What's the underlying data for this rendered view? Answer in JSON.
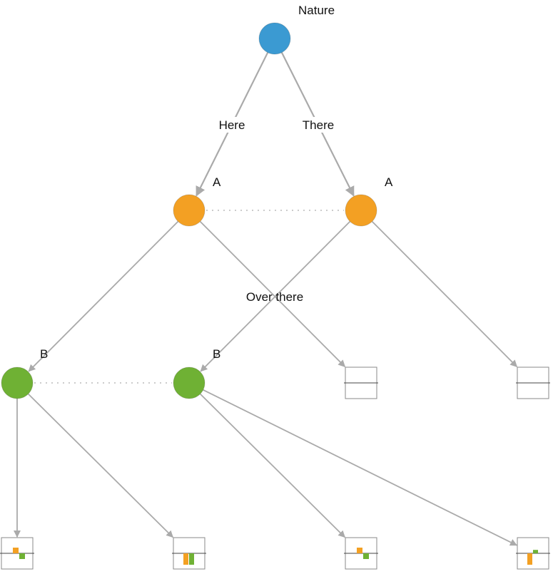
{
  "diagram": {
    "colors": {
      "nature": "#3b9ad2",
      "player_a": "#f3a023",
      "player_b": "#6fb134",
      "edge": "#aaaaaa",
      "info_set": "#bbbbbb",
      "outcome_box": "#888888",
      "baseline": "#444444"
    },
    "nodes": [
      {
        "id": "nature",
        "label": "Nature",
        "type": "chance"
      },
      {
        "id": "a1",
        "label": "A",
        "type": "player_a"
      },
      {
        "id": "a2",
        "label": "A",
        "type": "player_a"
      },
      {
        "id": "b1",
        "label": "B",
        "type": "player_b"
      },
      {
        "id": "b2",
        "label": "B",
        "type": "player_b"
      }
    ],
    "edges": [
      {
        "from": "nature",
        "to": "a1",
        "label": "Here"
      },
      {
        "from": "nature",
        "to": "a2",
        "label": "There"
      },
      {
        "from": "a1",
        "to": "b1",
        "label": ""
      },
      {
        "from": "a1",
        "to": "t1",
        "label": ""
      },
      {
        "from": "a2",
        "to": "b2",
        "label": ""
      },
      {
        "from": "a2",
        "to": "t2",
        "label": ""
      },
      {
        "from": "b1",
        "to": "t3",
        "label": ""
      },
      {
        "from": "b1",
        "to": "t4",
        "label": ""
      },
      {
        "from": "b2",
        "to": "t5",
        "label": ""
      },
      {
        "from": "b2",
        "to": "t6",
        "label": ""
      }
    ],
    "floating_label": "Over there",
    "information_sets": [
      [
        "a1",
        "a2"
      ],
      [
        "b1",
        "b2"
      ]
    ],
    "terminals": [
      {
        "id": "t1",
        "payoffs": [
          0,
          0
        ]
      },
      {
        "id": "t2",
        "payoffs": [
          0,
          0
        ]
      },
      {
        "id": "t3",
        "payoffs": [
          1,
          -1
        ]
      },
      {
        "id": "t4",
        "payoffs": [
          -2,
          -2
        ]
      },
      {
        "id": "t5",
        "payoffs": [
          1,
          -1
        ]
      },
      {
        "id": "t6",
        "payoffs": [
          -2,
          0.6
        ]
      }
    ]
  }
}
